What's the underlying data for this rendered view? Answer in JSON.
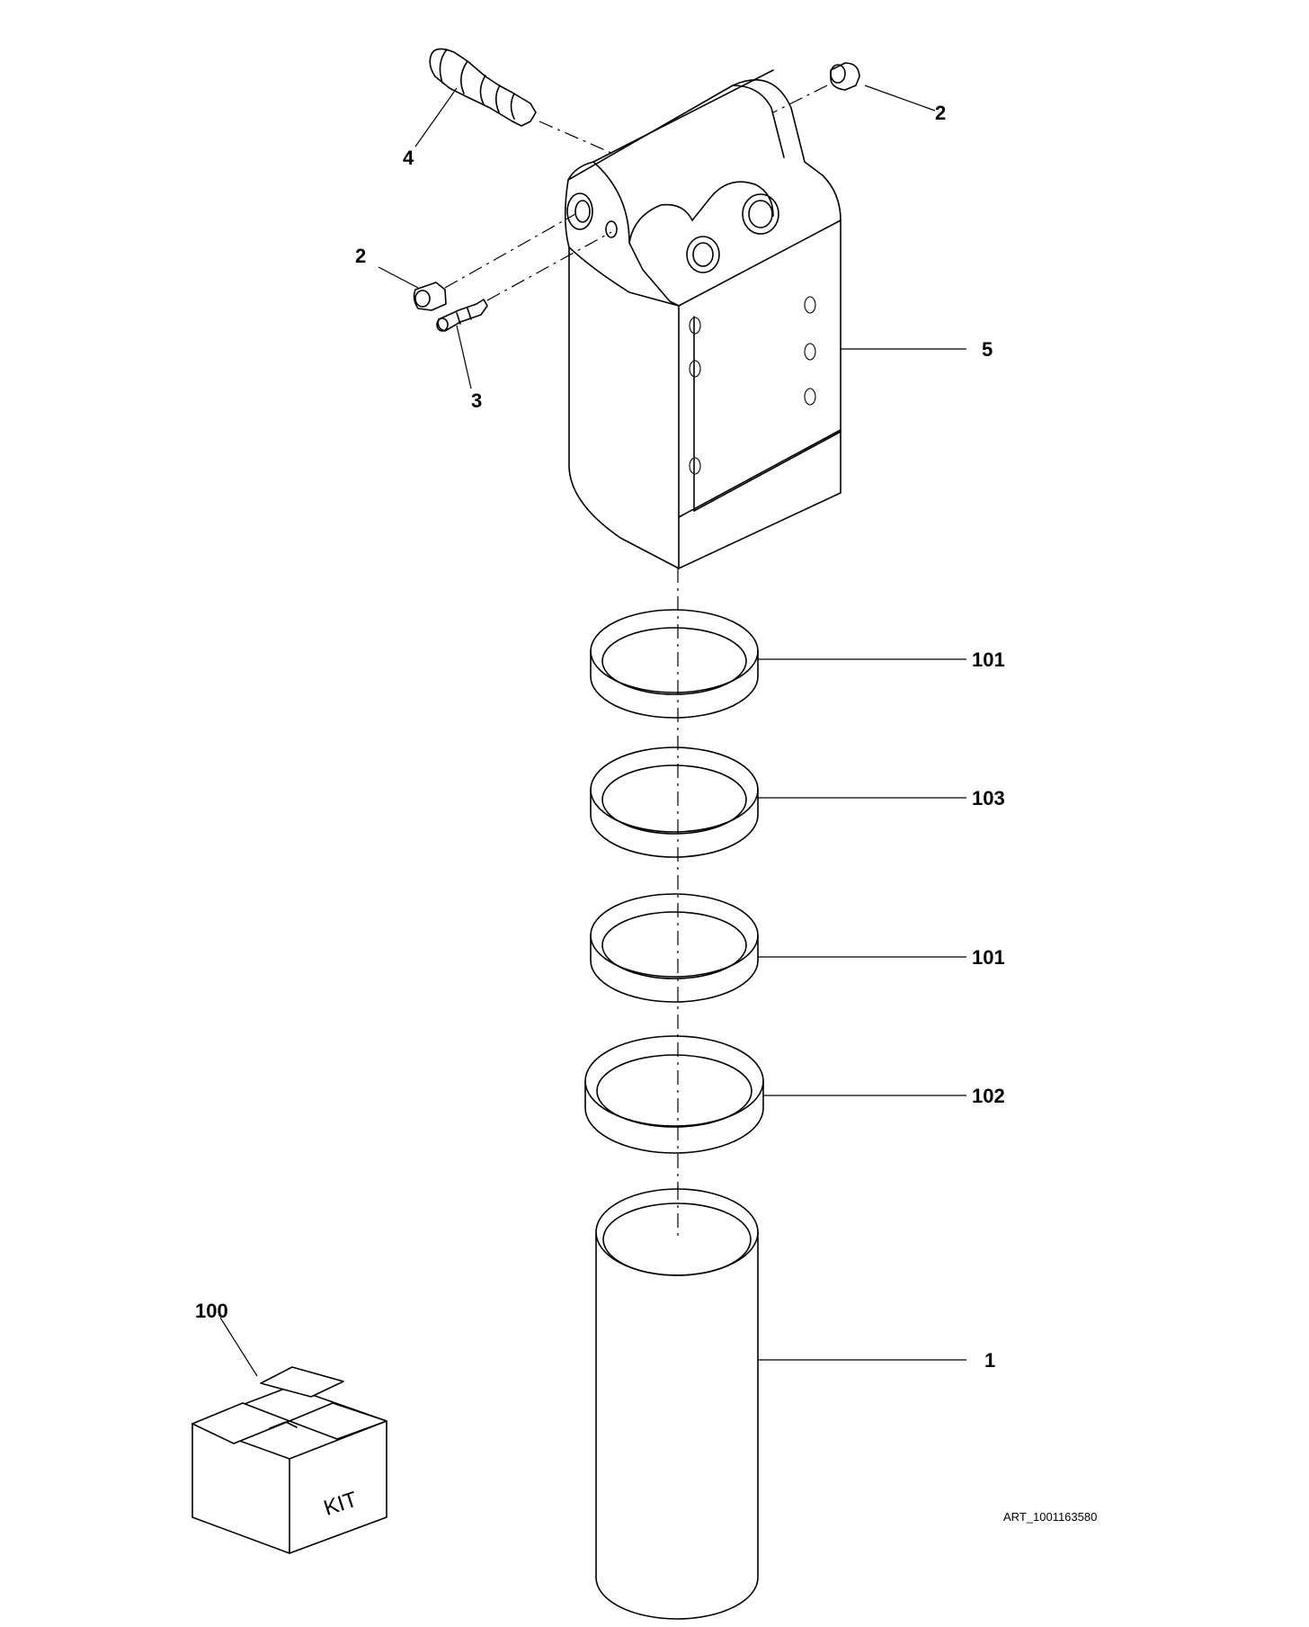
{
  "diagram": {
    "callouts": {
      "c1": "1",
      "c2_top": "2",
      "c2_left": "2",
      "c3": "3",
      "c4": "4",
      "c5": "5",
      "c100": "100",
      "c101_top": "101",
      "c101_bottom": "101",
      "c102": "102",
      "c103": "103"
    },
    "kit_label": "KIT",
    "art_ref": "ART_1001163580"
  }
}
